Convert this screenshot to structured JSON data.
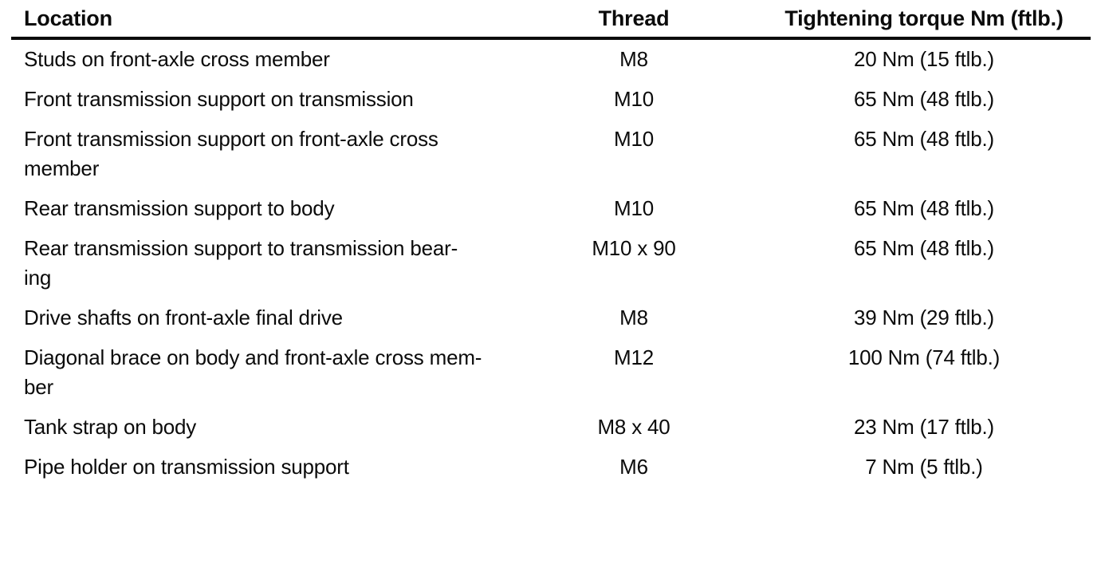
{
  "colors": {
    "background": "#ffffff",
    "text": "#0b0b0b",
    "header_rule": "#0b0b0b"
  },
  "table": {
    "columns": [
      {
        "label": "Location"
      },
      {
        "label": "Thread"
      },
      {
        "label": "Tightening torque Nm (ftlb.)"
      }
    ],
    "rows": [
      {
        "location": "Studs on front-axle cross member",
        "thread": "M8",
        "torque": "20 Nm (15 ftlb.)"
      },
      {
        "location": "Front transmission support on transmission",
        "thread": "M10",
        "torque": "65 Nm (48 ftlb.)"
      },
      {
        "location": "Front transmission support on front-axle cross\nmember",
        "thread": "M10",
        "torque": "65 Nm (48 ftlb.)"
      },
      {
        "location": "Rear transmission support to body",
        "thread": "M10",
        "torque": "65 Nm (48 ftlb.)"
      },
      {
        "location": "Rear transmission support to transmission bear-\ning",
        "thread": "M10 x 90",
        "torque": "65 Nm (48 ftlb.)"
      },
      {
        "location": "Drive shafts on front-axle final drive",
        "thread": "M8",
        "torque": "39 Nm (29 ftlb.)"
      },
      {
        "location": "Diagonal brace on body and front-axle cross mem-\nber",
        "thread": "M12",
        "torque": "100 Nm (74 ftlb.)"
      },
      {
        "location": "Tank strap on body",
        "thread": "M8 x 40",
        "torque": "23 Nm (17 ftlb.)"
      },
      {
        "location": "Pipe holder on transmission support",
        "thread": "M6",
        "torque": "7 Nm (5 ftlb.)"
      }
    ]
  }
}
